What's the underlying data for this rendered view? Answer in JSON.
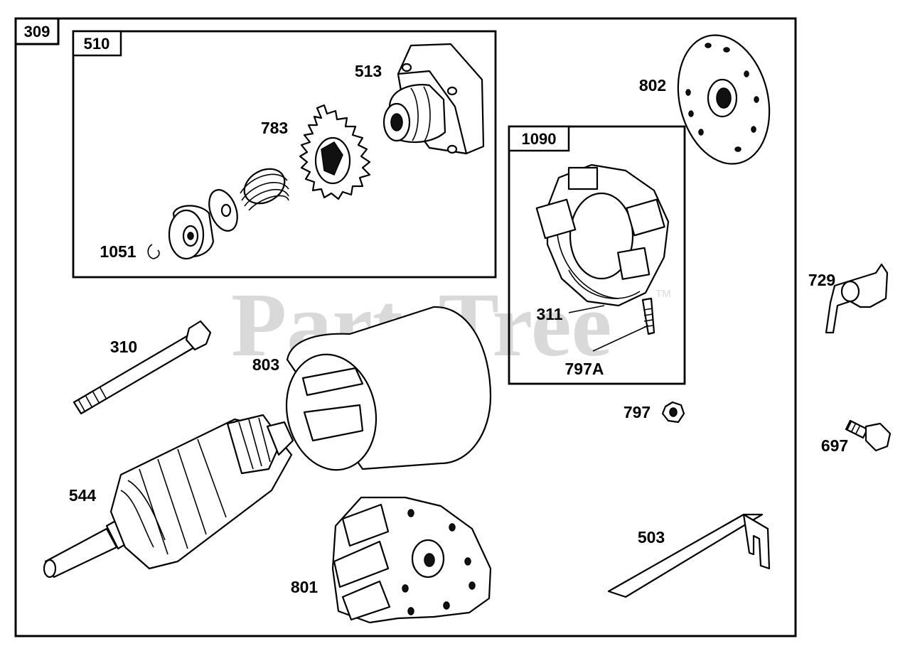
{
  "watermark": {
    "text": "PartsTree",
    "mark": "TM"
  },
  "boxes": {
    "outer": "309",
    "gear_kit": "510",
    "brush_kit": "1090"
  },
  "labels": {
    "p513": "513",
    "p783": "783",
    "p1051": "1051",
    "p802": "802",
    "p311": "311",
    "p797A": "797A",
    "p729": "729",
    "p310": "310",
    "p803": "803",
    "p797": "797",
    "p697": "697",
    "p544": "544",
    "p503": "503",
    "p801": "801"
  }
}
